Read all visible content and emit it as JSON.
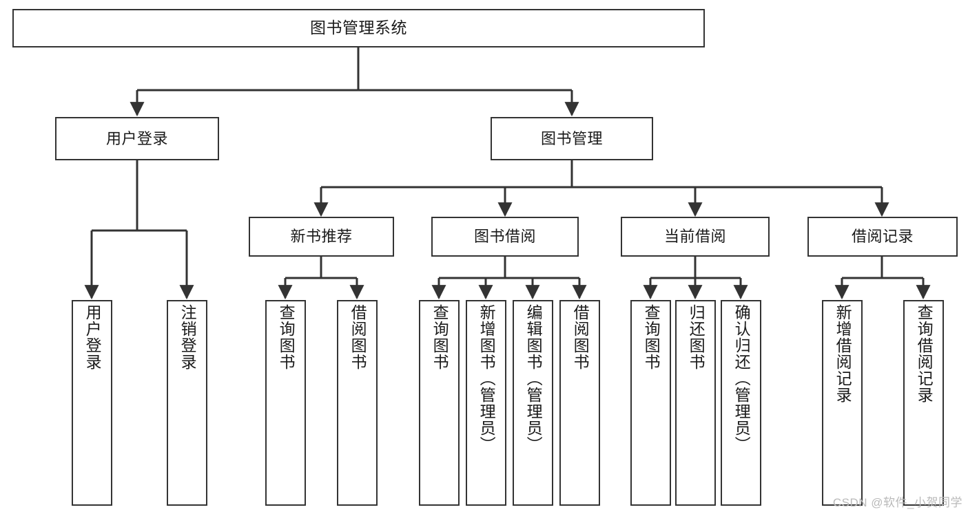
{
  "diagram": {
    "type": "tree",
    "title": "图书管理系统",
    "watermark": "CSDN @软件_小贺同学",
    "colors": {
      "box_border": "#333333",
      "box_fill": "#ffffff",
      "connector": "#333333",
      "text": "#1a1a1a",
      "watermark": "#b9b9b9",
      "background": "#ffffff"
    },
    "nodes": {
      "root": {
        "label": "图书管理系统"
      },
      "level1": [
        {
          "label": "用户登录"
        },
        {
          "label": "图书管理"
        }
      ],
      "level2": [
        {
          "label": "新书推荐"
        },
        {
          "label": "图书借阅"
        },
        {
          "label": "当前借阅"
        },
        {
          "label": "借阅记录"
        }
      ],
      "leaves": {
        "user_login": [
          {
            "label": "用户登录"
          },
          {
            "label": "注销登录"
          }
        ],
        "new_book": [
          {
            "label": "查询图书"
          },
          {
            "label": "借阅图书"
          }
        ],
        "book_borrow": [
          {
            "label": "查询图书"
          },
          {
            "label": "新增图书（管理员）"
          },
          {
            "label": "编辑图书（管理员）"
          },
          {
            "label": "借阅图书"
          }
        ],
        "current_borrow": [
          {
            "label": "查询图书"
          },
          {
            "label": "归还图书"
          },
          {
            "label": "确认归还（管理员）"
          }
        ],
        "borrow_record": [
          {
            "label": "新增借阅记录"
          },
          {
            "label": "查询借阅记录"
          }
        ]
      }
    }
  }
}
